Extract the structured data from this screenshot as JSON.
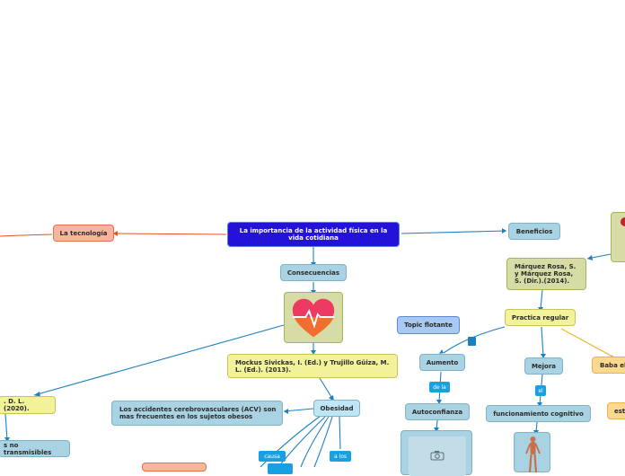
{
  "main_topic": "La importancia de la actividad física en la vida cotidiana",
  "nodes": {
    "tecnologia": "La tecnología",
    "consecuencias": "Consecuencias",
    "beneficios": "Beneficios",
    "mockus": "Mockus Sivickas, I. (Ed.) y Trujillo Güiza, M. L. (Ed.). (2013).",
    "obesidad": "Obesidad",
    "acv": "Los accidentes cerebrovasculares (ACV) son mas frecuentes en los sujetos obesos",
    "dl2020": ". D. L. (2020).",
    "no_transmisibles": "s no transmisibles",
    "marquez": "Márquez Rosa, S. y Márquez Rosa, S. (Dir.).(2014).",
    "practica": "Practica regular",
    "topic_flotante": "Topic flotante",
    "aumento": "Aumento",
    "mejora": "Mejora",
    "baba": "Baba el",
    "autoconfianza": "Autoconfianza",
    "funcionamiento": "funcionamiento cognitivo",
    "est": "est"
  },
  "tags": {
    "de_la": "de la",
    "el": "el",
    "causa": "causa",
    "a_los": "a los"
  },
  "icons": {
    "heart": "heart-with-pulse-icon",
    "camera": "camera-icon",
    "body": "human-body-icon"
  },
  "colors": {
    "main": "#2412d9",
    "edge_blue": "#1c7fc2",
    "edge_red": "#e0531f",
    "edge_orange": "#f0b020"
  }
}
